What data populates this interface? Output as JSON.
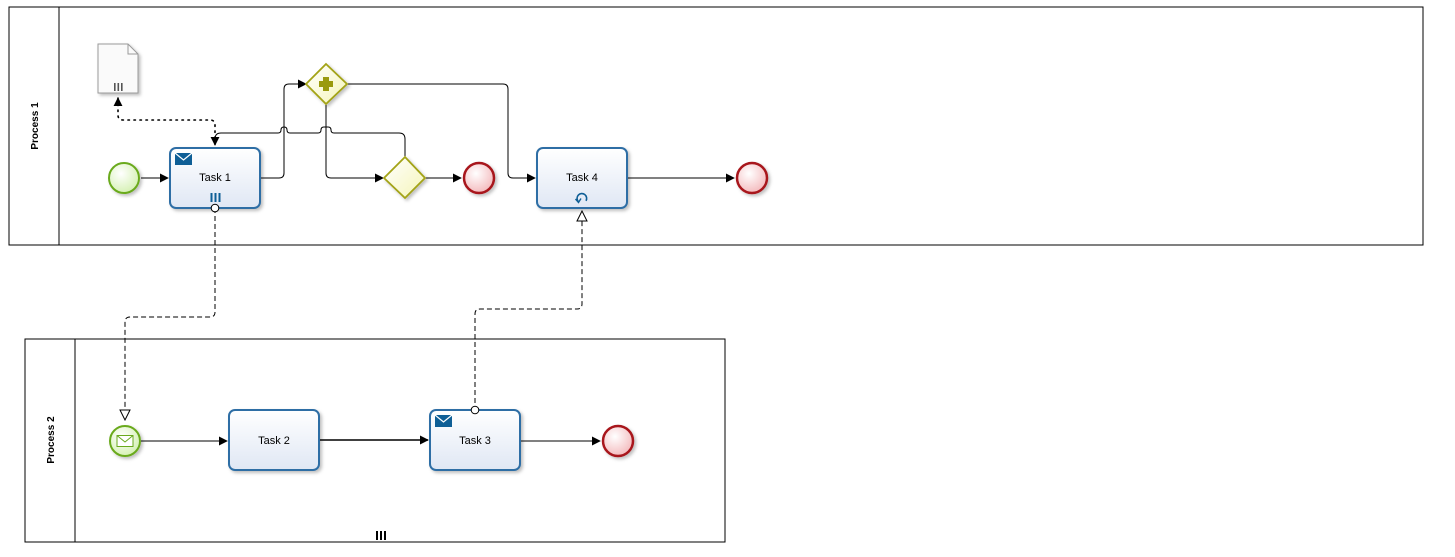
{
  "pools": [
    {
      "id": "process-1",
      "label": "Process 1"
    },
    {
      "id": "process-2",
      "label": "Process 2"
    }
  ],
  "tasks": {
    "task1": {
      "label": "Task 1",
      "icon": "envelope-icon",
      "marker": "parallel-multi-instance-icon"
    },
    "task2": {
      "label": "Task 2"
    },
    "task3": {
      "label": "Task 3",
      "icon": "envelope-icon"
    },
    "task4": {
      "label": "Task 4",
      "marker": "loop-icon"
    }
  },
  "events": {
    "start_p1": "start-event",
    "message_start_p2": "message-start-event",
    "end_after_gateway": "end-event",
    "end_after_task4": "end-event",
    "end_p2": "end-event"
  },
  "gateways": {
    "parallel": "parallel-gateway",
    "exclusive": "exclusive-gateway"
  },
  "artifacts": {
    "data_object": "data-object-collection"
  },
  "pool2_marker": "parallel-multi-instance-icon",
  "colors": {
    "task_stroke": "#2e6ea5",
    "task_fill": "#e8eef8",
    "start_stroke": "#6aaa1e",
    "start_fill": "#e9f7d4",
    "end_stroke": "#a8161b",
    "end_fill": "#f6d0d2",
    "gateway_stroke": "#a3a317",
    "gateway_fill": "#fbfbd2",
    "icon_blue": "#0f5f96"
  }
}
